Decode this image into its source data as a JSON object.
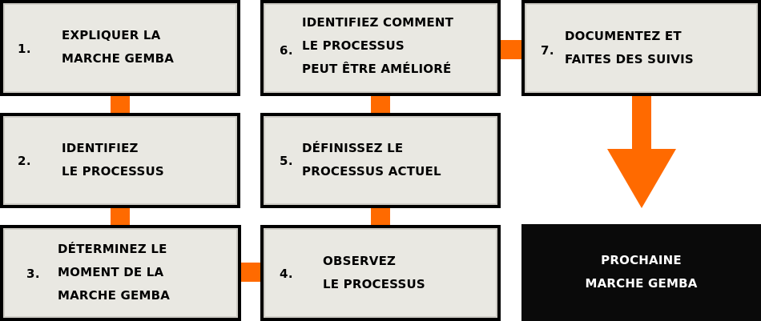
{
  "accent_color": "#ff6a00",
  "steps": [
    {
      "number": "1.",
      "text": "EXPLIQUER LA\nMARCHE GEMBA"
    },
    {
      "number": "2.",
      "text": "IDENTIFIEZ\nLE PROCESSUS"
    },
    {
      "number": "3.",
      "text": "DÉTERMINEZ LE\nMOMENT DE LA\nMARCHE GEMBA"
    },
    {
      "number": "4.",
      "text": "OBSERVEZ\nLE PROCESSUS"
    },
    {
      "number": "5.",
      "text": "DÉFINISSEZ LE\nPROCESSUS ACTUEL"
    },
    {
      "number": "6.",
      "text": "IDENTIFIEZ COMMENT\nLE PROCESSUS\nPEUT ÊTRE AMÉLIORÉ"
    },
    {
      "number": "7.",
      "text": "DOCUMENTEZ ET\nFAITES DES SUIVIS"
    }
  ],
  "final_step": {
    "text": "PROCHAINE\nMARCHE GEMBA"
  }
}
